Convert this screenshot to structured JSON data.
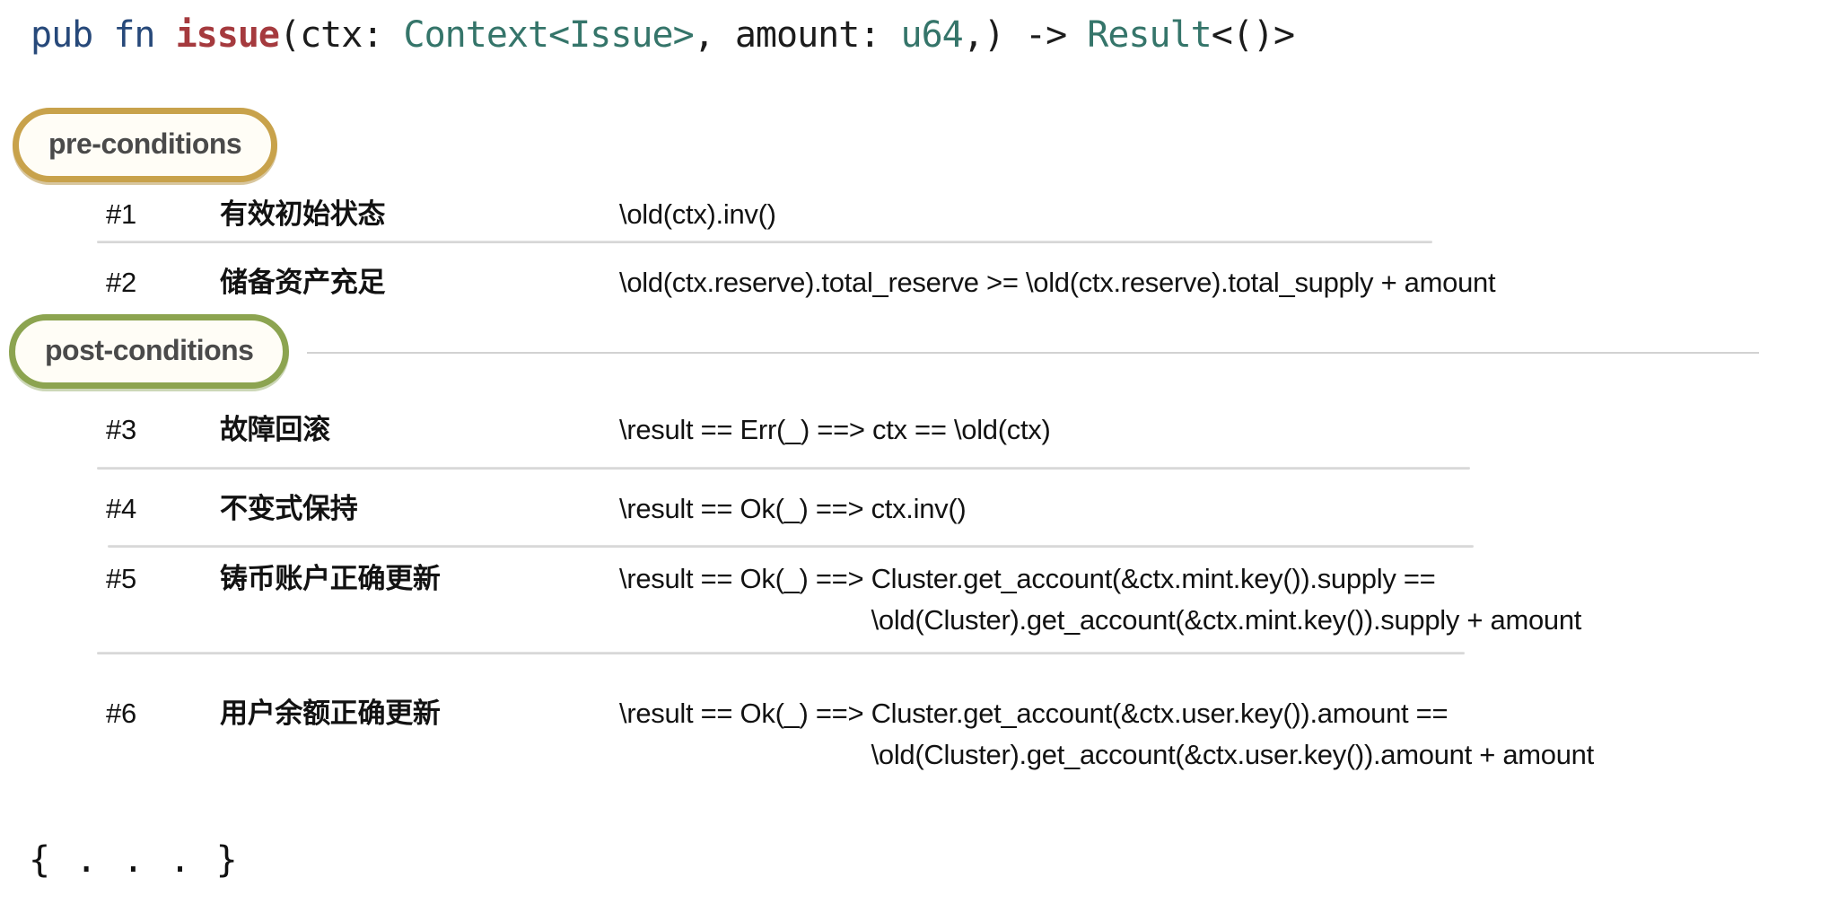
{
  "palette": {
    "code-keyword": "#27497a",
    "code-fn": "#a53a3e",
    "code-type": "#35756a",
    "code-plain": "#1c1c1c",
    "badge-pre-border": "#c8a24b",
    "badge-post-border": "#8ca450",
    "badge-bg": "#fffdf6",
    "badge-text": "#4a4a4a",
    "separator": "#d2d2d2",
    "text": "#121212"
  },
  "signature": {
    "tokens": [
      {
        "text": "pub fn ",
        "style": "keyword"
      },
      {
        "text": "issue",
        "style": "function"
      },
      {
        "text": "(ctx: ",
        "style": "plain"
      },
      {
        "text": "Context<Issue>",
        "style": "type"
      },
      {
        "text": ", amount: ",
        "style": "plain"
      },
      {
        "text": "u64",
        "style": "type"
      },
      {
        "text": ",) -> ",
        "style": "plain"
      },
      {
        "text": "Result",
        "style": "type"
      },
      {
        "text": "<()>",
        "style": "plain"
      }
    ]
  },
  "sections": {
    "pre": {
      "badge_label": "pre-conditions",
      "rows": [
        {
          "id": "#1",
          "label": "有效初始状态",
          "formula": "\\old(ctx).inv()"
        },
        {
          "id": "#2",
          "label": "储备资产充足",
          "formula": "\\old(ctx.reserve).total_reserve >= \\old(ctx.reserve).total_supply + amount"
        }
      ]
    },
    "post": {
      "badge_label": "post-conditions",
      "rows": [
        {
          "id": "#3",
          "label": "故障回滚",
          "formula": "\\result == Err(_) ==> ctx == \\old(ctx)"
        },
        {
          "id": "#4",
          "label": "不变式保持",
          "formula": "\\result == Ok(_) ==> ctx.inv()"
        },
        {
          "id": "#5",
          "label": "铸币账户正确更新",
          "prefix": "\\result == Ok(_) ==> ",
          "line1": "Cluster.get_account(&ctx.mint.key()).supply ==",
          "line2": "\\old(Cluster).get_account(&ctx.mint.key()).supply + amount"
        },
        {
          "id": "#6",
          "label": "用户余额正确更新",
          "prefix": "\\result == Ok(_) ==> ",
          "line1": "Cluster.get_account(&ctx.user.key()).amount ==",
          "line2": "\\old(Cluster).get_account(&ctx.user.key()).amount + amount"
        }
      ]
    }
  },
  "footer": {
    "ellipsis_body": "{ . . . }"
  }
}
